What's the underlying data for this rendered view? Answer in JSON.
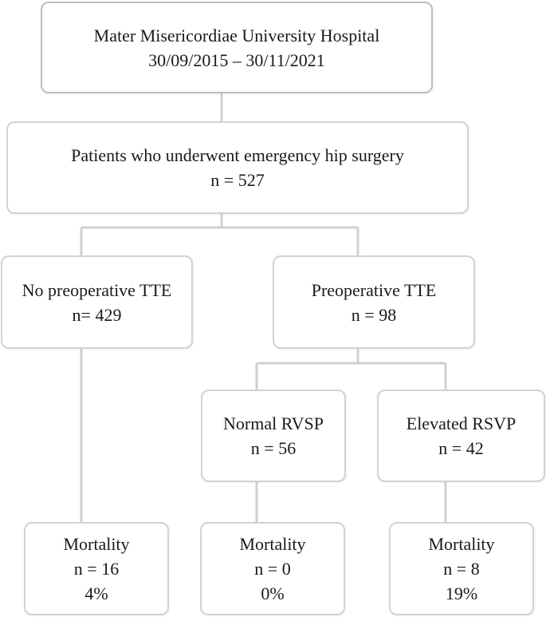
{
  "diagram": {
    "hospital": {
      "name": "Mater Misericordiae University Hospital",
      "period": "30/09/2015 – 30/11/2021"
    },
    "cohort": {
      "label": "Patients who underwent emergency hip surgery",
      "n": "n = 527"
    },
    "no_tte": {
      "label": "No preoperative TTE",
      "n": "n= 429"
    },
    "tte": {
      "label": "Preoperative TTE",
      "n": "n = 98"
    },
    "normal_rvsp": {
      "label": "Normal RVSP",
      "n": "n = 56"
    },
    "elevated_rsvp": {
      "label": "Elevated RSVP",
      "n": "n = 42"
    },
    "mortality_no_tte": {
      "label": "Mortality",
      "n": "n = 16",
      "pct": "4%"
    },
    "mortality_normal": {
      "label": "Mortality",
      "n": "n = 0",
      "pct": "0%"
    },
    "mortality_elevated": {
      "label": "Mortality",
      "n": "n = 8",
      "pct": "19%"
    },
    "colors": {
      "border": "#d2d2d2",
      "connector": "#d0d0d0",
      "text": "#1a1a1a"
    }
  }
}
